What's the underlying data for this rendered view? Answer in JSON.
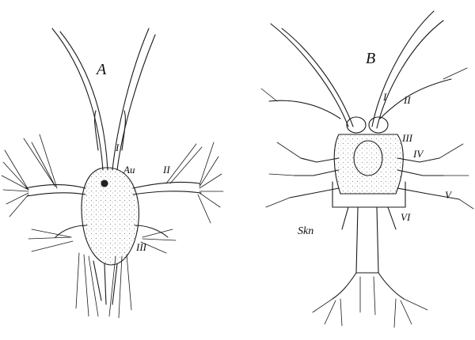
{
  "figure": {
    "panel_a": {
      "letter": "A",
      "labels": {
        "antennule": "I",
        "eye": "Au",
        "antenna": "II",
        "mandible": "III"
      }
    },
    "panel_b": {
      "letter": "B",
      "labels": {
        "antennule": "I",
        "antenna": "II",
        "limb_iii": "III",
        "limb_iv": "IV",
        "limb_v": "V",
        "limb_vi": "VI",
        "carapace": "Skn"
      }
    },
    "ink_color": "#1a1a1a"
  }
}
